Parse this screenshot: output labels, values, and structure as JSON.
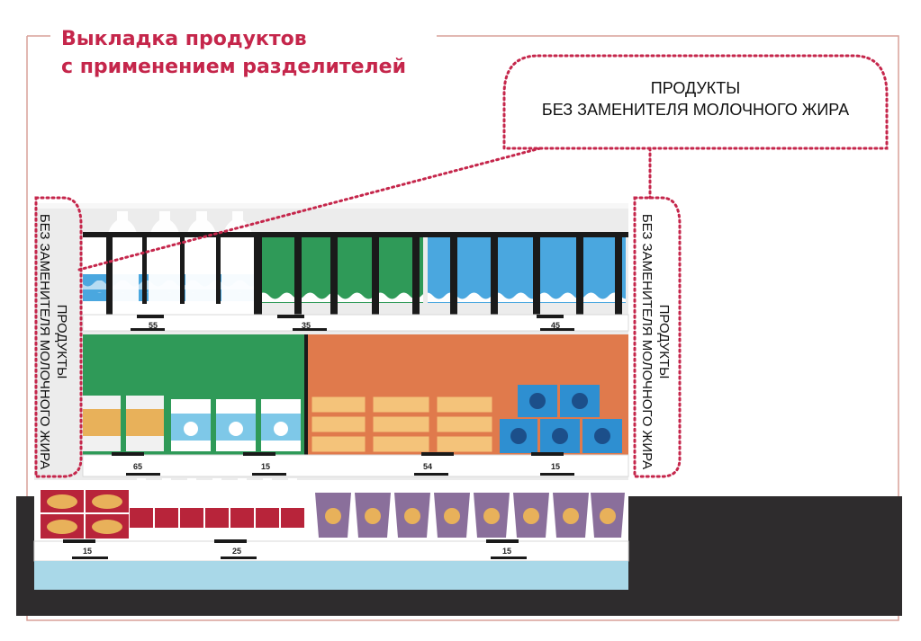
{
  "title": {
    "line1": "Выкладка продуктов",
    "line2": "с применением разделителей"
  },
  "callout": {
    "line1": "ПРОДУКТЫ",
    "line2": "БЕЗ ЗАМЕНИТЕЛЯ МОЛОЧНОГО ЖИРА"
  },
  "side_label_left": {
    "line1": "ПРОДУКТЫ",
    "line2": "БЕЗ ЗАМЕНИТЕЛЯ МОЛОЧНОГО ЖИРА"
  },
  "side_label_right": {
    "line1": "ПРОДУКТЫ",
    "line2": "БЕЗ ЗАМЕНИТЕЛЯ МОЛОЧНОГО ЖИРА"
  },
  "colors": {
    "title": "#c5264b",
    "dotted_border": "#c5264b",
    "milk_blue": "#4aa7df",
    "green_section": "#2f9a58",
    "orange_section": "#e07a4c",
    "kefir_red": "#b8243a",
    "yogurt_purple": "#8a6f9b",
    "floor": "#2e2c2d",
    "divider_black": "#1a1a1a"
  },
  "price_tags": {
    "top_shelf": [
      "55",
      "35",
      "45"
    ],
    "middle_shelf": [
      "65",
      "15",
      "54",
      "15"
    ],
    "bottom_shelf": [
      "15",
      "25",
      "15"
    ]
  }
}
